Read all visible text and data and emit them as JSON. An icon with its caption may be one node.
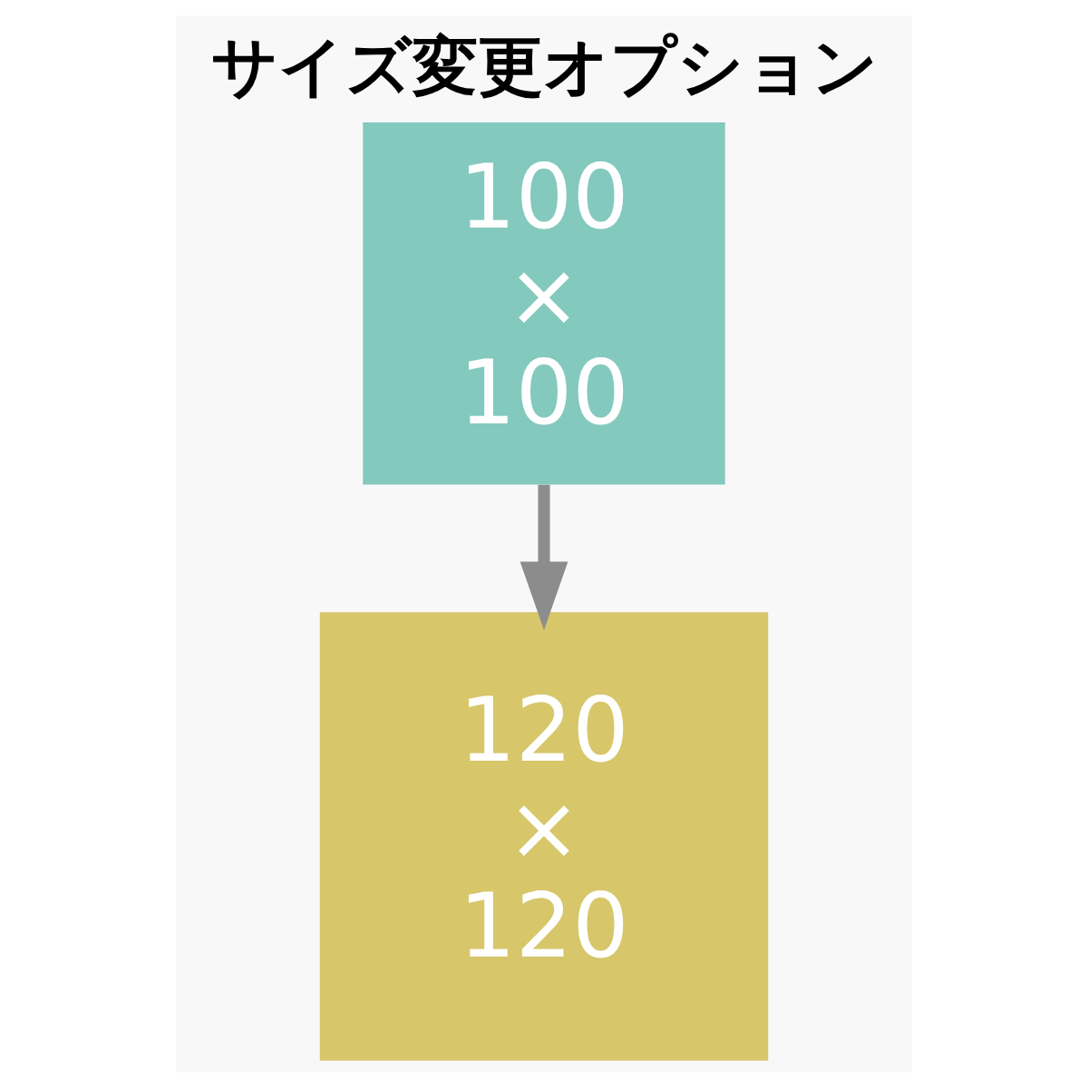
{
  "diagram": {
    "title": "サイズ変更オプション",
    "nodes": [
      {
        "text": [
          "100 × 100"
        ]
      },
      {
        "text": [
          "120 × 120"
        ]
      }
    ],
    "edges": [
      {
        "from": 0,
        "to": 1,
        "arrow": "to",
        "color": "#8c8c8c"
      }
    ]
  }
}
